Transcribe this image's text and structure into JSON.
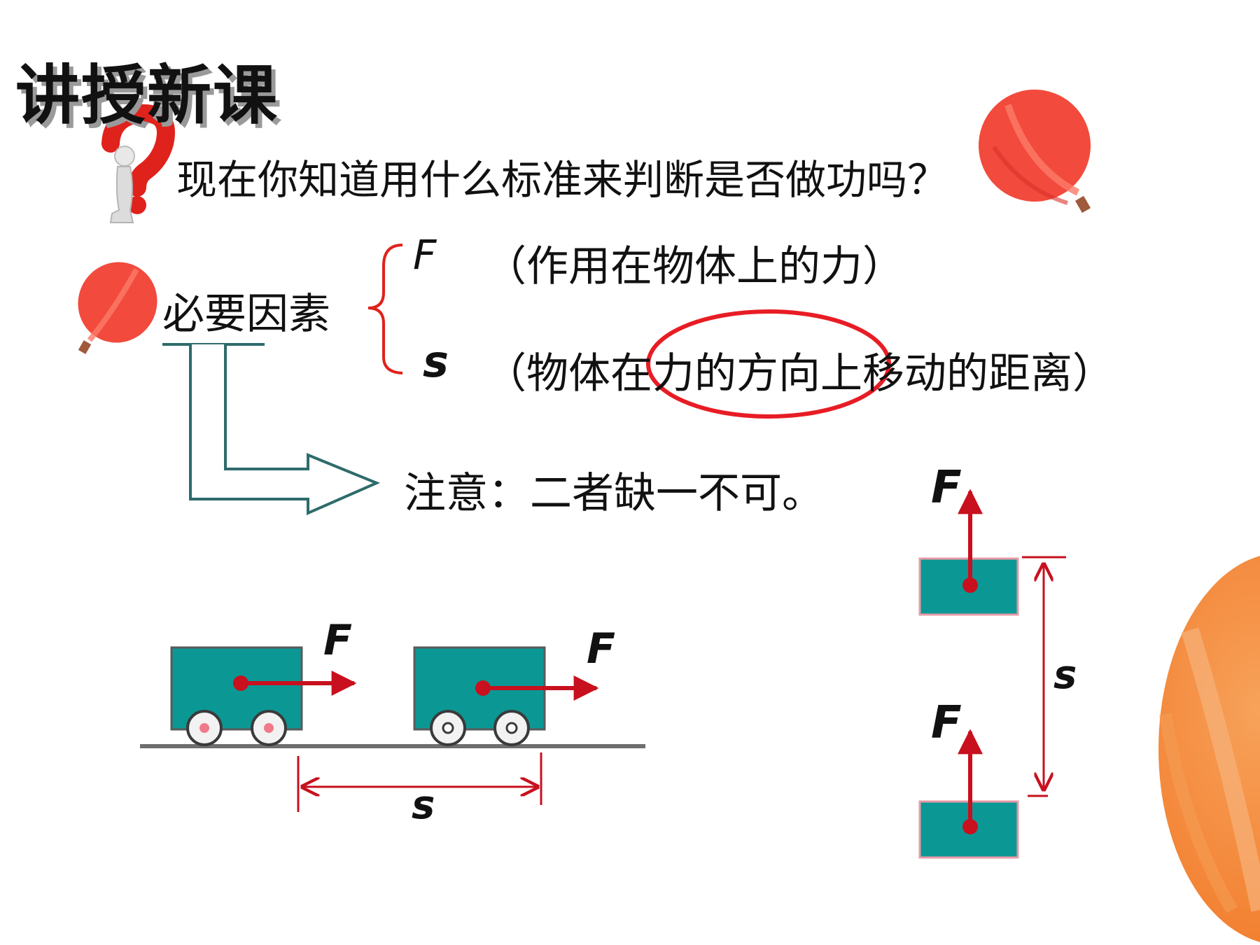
{
  "title": "讲授新课",
  "question": "现在你知道用什么标准来判断是否做功吗？",
  "factors": {
    "label": "必要因素",
    "items": [
      {
        "symbol": "F",
        "description": "（作用在物体上的力）"
      },
      {
        "symbol": "s",
        "description": "（物体在力的方向上移动的距离）"
      }
    ]
  },
  "note": "注意：二者缺一不可。",
  "horizontal_example": {
    "force_label_1": "F",
    "force_label_2": "F",
    "distance_label": "s"
  },
  "vertical_example": {
    "force_label_top": "F",
    "force_label_bottom": "F",
    "distance_label": "s"
  },
  "colors": {
    "block": "#0b9895",
    "arrow": "#c8101e",
    "highlight_circle": "#e81c24",
    "connector": "#2e6b6b",
    "balloon": "#f24a3c",
    "orange_balloon": "#f58a3a"
  }
}
